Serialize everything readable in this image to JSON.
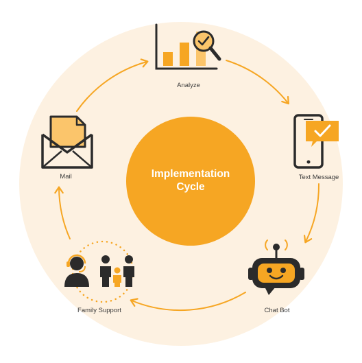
{
  "center": {
    "line1": "Implementation",
    "line2": "Cycle"
  },
  "nodes": [
    {
      "id": "analyze",
      "label": "Analyze",
      "icon": "bar-chart-magnifier-icon"
    },
    {
      "id": "text-message",
      "label": "Text Message",
      "icon": "smartphone-message-check-icon"
    },
    {
      "id": "chat-bot",
      "label": "Chat Bot",
      "icon": "robot-chat-icon"
    },
    {
      "id": "family-support",
      "label": "Family Support",
      "icon": "family-headset-icon"
    },
    {
      "id": "mail",
      "label": "Mail",
      "icon": "open-envelope-icon"
    }
  ],
  "colors": {
    "background_circle": "#FDF1E1",
    "accent": "#F6A623",
    "accent_light": "#FBC56B",
    "icon_dark": "#2B2B2B",
    "text": "#3A3A3A"
  }
}
